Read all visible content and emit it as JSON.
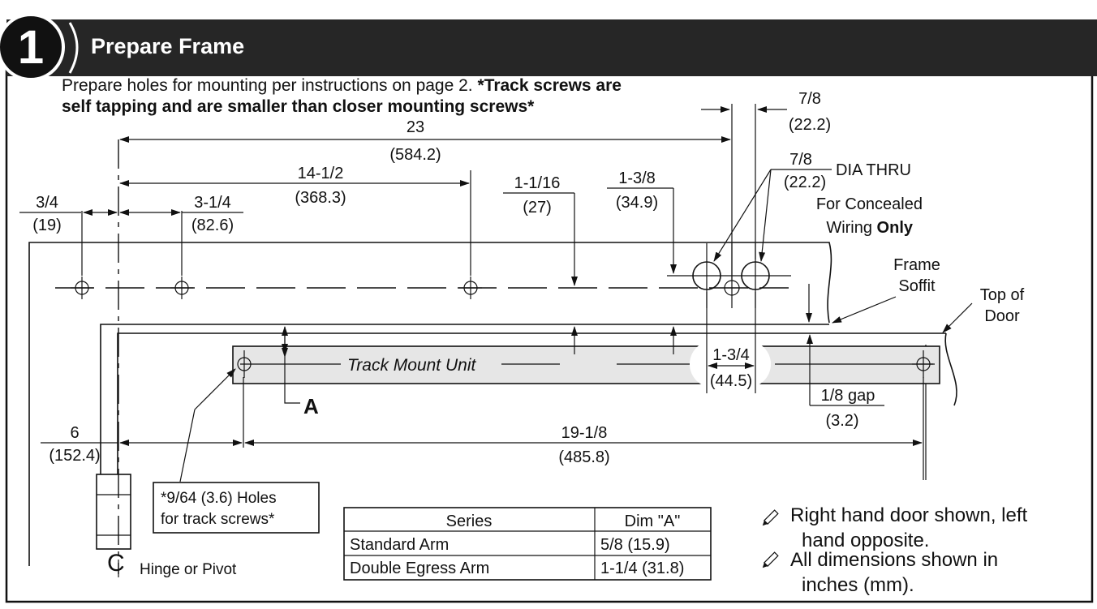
{
  "header": {
    "step_number": "1",
    "title": "Prepare Frame"
  },
  "intro": {
    "line1_plain": "Prepare holes for mounting per instructions on page 2. ",
    "line1_bold": "*Track screws are",
    "line2_bold": "self tapping and are smaller than closer mounting screws*"
  },
  "dimensions": {
    "d_23": "23",
    "d_23_mm": "(584.2)",
    "d_14_1_2": "14-1/2",
    "d_14_1_2_mm": "(368.3)",
    "d_3_4": "3/4",
    "d_3_4_mm": "(19)",
    "d_3_1_4": "3-1/4",
    "d_3_1_4_mm": "(82.6)",
    "d_1_1_16": "1-1/16",
    "d_1_1_16_mm": "(27)",
    "d_1_3_8": "1-3/8",
    "d_1_3_8_mm": "(34.9)",
    "d_7_8_top": "7/8",
    "d_7_8_top_mm": "(22.2)",
    "d_7_8_hole": "7/8",
    "d_7_8_hole_mm": "(22.2)",
    "dia_thru": "DIA THRU",
    "d_1_3_4": "1-3/4",
    "d_1_3_4_mm": "(44.5)",
    "d_1_8_gap": "1/8 gap",
    "d_1_8_gap_mm": "(3.2)",
    "d_6": "6",
    "d_6_mm": "(152.4)",
    "d_19_1_8": "19-1/8",
    "d_19_1_8_mm": "(485.8)"
  },
  "labels": {
    "concealed_line1": "For Concealed",
    "concealed_line2_plain": "Wiring ",
    "concealed_line2_bold": "Only",
    "frame_soffit_1": "Frame",
    "frame_soffit_2": "Soffit",
    "top_of_door_1": "Top of",
    "top_of_door_2": "Door",
    "track_mount_unit": "Track Mount Unit",
    "dim_a": "A",
    "holes_note_1": "*9/64 (3.6) Holes",
    "holes_note_2": "for track screws*",
    "hinge_or_pivot": "Hinge or Pivot"
  },
  "dim_table": {
    "headers": [
      "Series",
      "Dim \"A\""
    ],
    "rows": [
      [
        "Standard Arm",
        "5/8 (15.9)"
      ],
      [
        "Double Egress Arm",
        "1-1/4 (31.8)"
      ]
    ]
  },
  "notes": [
    {
      "icon": "pencil-icon",
      "line1": "Right hand door shown, left",
      "line2": "hand opposite."
    },
    {
      "icon": "pencil-icon",
      "line1": "All dimensions shown in",
      "line2": "inches (mm)."
    }
  ]
}
